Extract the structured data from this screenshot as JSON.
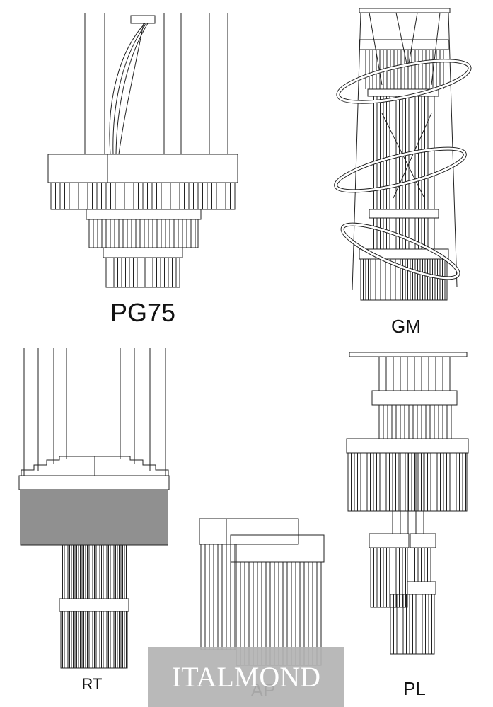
{
  "labels": {
    "pg75": "PG75",
    "gm": "GM",
    "rt": "RT",
    "ap": "AP",
    "pl": "PL"
  },
  "watermark": {
    "text": "ITALMOND",
    "background": "#b3b3b3",
    "text_color": "#ffffff"
  },
  "colors": {
    "line": "#222222",
    "background": "#ffffff"
  }
}
